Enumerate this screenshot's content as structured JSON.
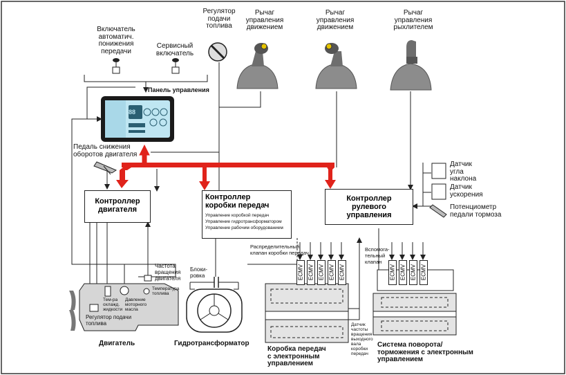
{
  "labels": {
    "auto_downshift_switch": "Включатель\nавтоматич.\nпонижения\nпередачи",
    "service_switch": "Сервисный\nвключатель",
    "fuel_regulator": "Регулятор\nподачи\nтоплива",
    "travel_lever_1": "Рычаг\nуправления\nдвижением",
    "travel_lever_2": "Рычаг\nуправления\nдвижением",
    "ripper_lever": "Рычаг\nуправления\nрыхлителем",
    "control_panel": "Панель управления",
    "decel_pedal": "Педаль снижения\nоборотов двигателя",
    "tilt_sensor": "Датчик\nугла\nнаклона",
    "accel_sensor": "Датчик\nускорения",
    "brake_pot": "Потенциометр\nпедали тормоза",
    "engine_controller": "Контроллер\nдвигателя",
    "transmission_controller": "Контроллер\nкоробки передач",
    "tc_line1": "Управление коробкой передач",
    "tc_line2": "Управление гидротрансформатором",
    "tc_line3": "Управление рабочим оборудованием",
    "steering_controller": "Контроллер\nрулевого\nуправления",
    "distribution_valve": "Распределительный\nклапан коробки передач",
    "aux_valve": "Вспомога-\nтельный\nклапан",
    "engine_speed": "Частота\nвращения\nдвигателя",
    "lockup": "Блоки-\nровка",
    "coolant_temp": "Тем-ра\nохлажд.\nжидкости",
    "oil_pressure": "Давление\nмоторного\nмасла",
    "fuel_temp": "Температура\nтоплива",
    "fuel_regulator_engine": "Регулятор подачи\nтоплива",
    "engine": "Двигатель",
    "torque_converter": "Гидротрансформатор",
    "gearbox": "Коробка передач\nс электронным\nуправлением",
    "output_sensor": "Датчик\nчастоты\nвращения\nвыходного\nвала\nкоробки\nпередач",
    "steering_system": "Система поворота/\nторможения с электронным\nуправлением",
    "ecmv": "ECMV",
    "panel_digits": "88"
  },
  "colors": {
    "bus_red": "#e0231b",
    "panel_blue": "#bfe6f2",
    "engine_gray": "#d6d6d6",
    "lever_gray": "#8c8c8c",
    "knob_yellow": "#e6c400"
  }
}
